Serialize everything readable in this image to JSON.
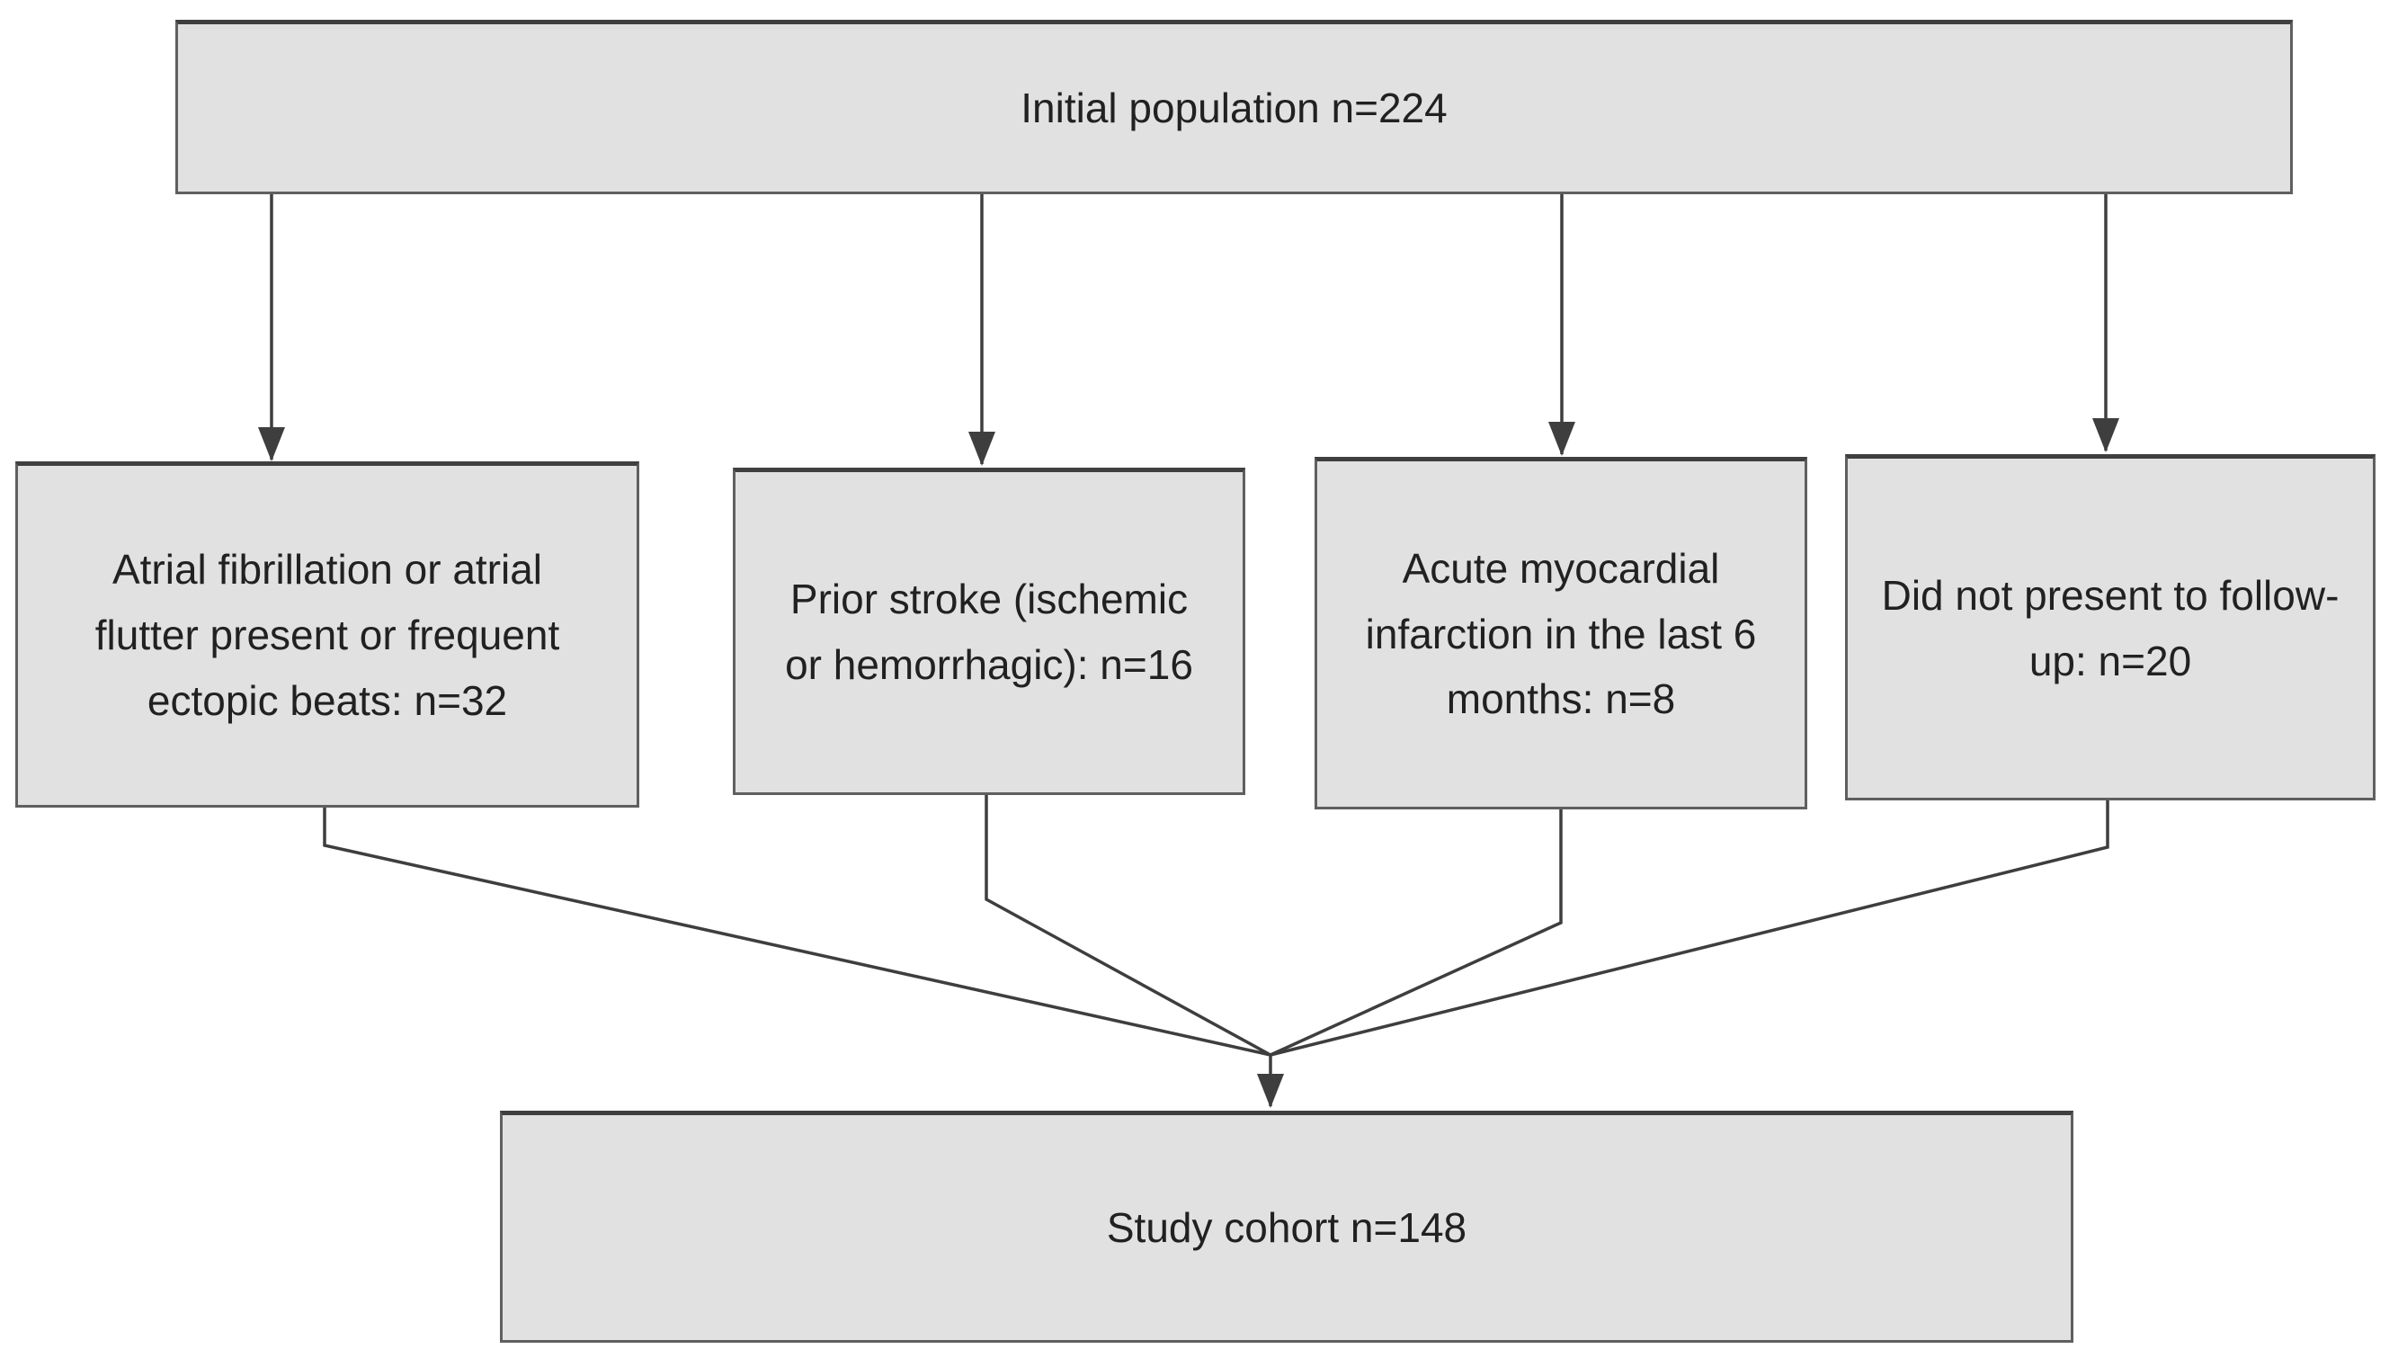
{
  "flowchart": {
    "nodes": {
      "initial_population": {
        "label": "Initial population n=224"
      },
      "exclusion_afib": {
        "label": "Atrial fibrillation or atrial flutter present or frequent ectopic beats: n=32"
      },
      "exclusion_stroke": {
        "label": "Prior stroke (ischemic or hemorrhagic): n=16"
      },
      "exclusion_mi": {
        "label": "Acute myocardial infarction in the last 6 months: n=8"
      },
      "exclusion_followup": {
        "label": "Did not present to follow-up: n=20"
      },
      "study_cohort": {
        "label": "Study cohort n=148"
      }
    },
    "colors": {
      "background": "#ffffff",
      "node_fill": "#e1e1e1",
      "node_border": "#5f5f5f",
      "node_border_top": "#3f3f3f",
      "connector": "#3e3e3e",
      "text": "#212121"
    }
  }
}
